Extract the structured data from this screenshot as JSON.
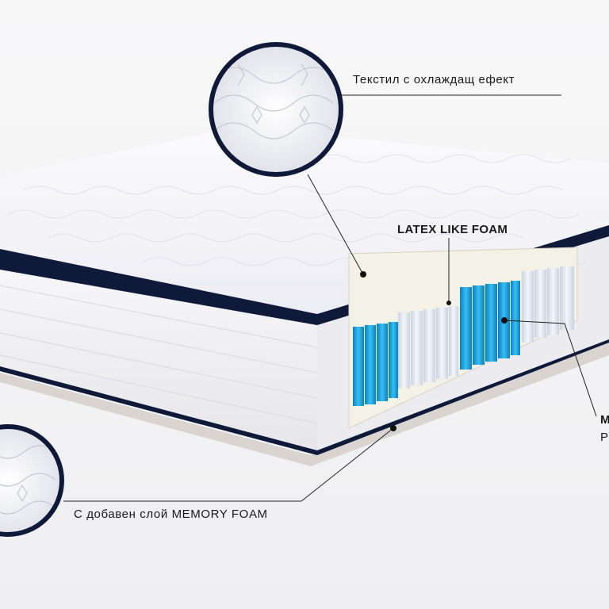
{
  "labels": {
    "cooling_textile": "Текстил с охлаждащ ефект",
    "latex_like_foam": "LATEX LIKE FOAM",
    "right_line_1": "M",
    "right_line_2": "P",
    "memory_foam": "С добавен слой MEMORY FOAM"
  },
  "colors": {
    "background": "#f3f3f4",
    "mattress_top": "#f4f4f9",
    "mattress_side": "#ebebef",
    "navy_trim": "#0f1a3a",
    "spring_blue": "#1aa6e0",
    "spring_white": "#dfe6ef",
    "foam_cream": "#f4f1e6"
  },
  "icons": [
    "fabric-zoom-circle-top",
    "fabric-zoom-circle-bottom"
  ]
}
